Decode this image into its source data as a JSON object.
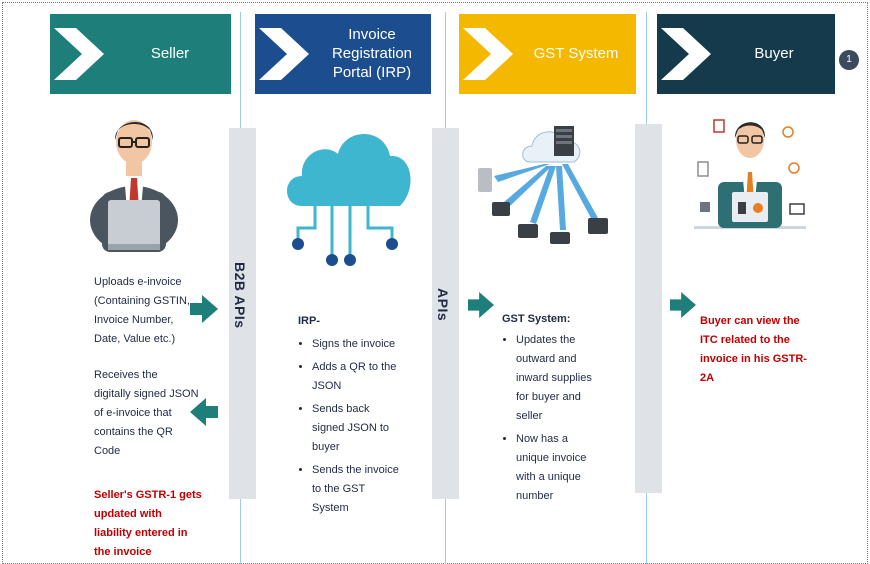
{
  "columns": {
    "seller": {
      "title": "Seller",
      "color": "#1e7f7a"
    },
    "irp": {
      "title_lines": [
        "Invoice",
        "Registration",
        "Portal (IRP)"
      ],
      "color": "#1c4e8f"
    },
    "gst": {
      "title": "GST System",
      "color": "#f5b800"
    },
    "buyer": {
      "title": "Buyer",
      "color": "#143a4c"
    }
  },
  "page_number": "1",
  "separators": {
    "b2b": "B2B APIs",
    "apis": "APIs"
  },
  "seller": {
    "upload_lines": [
      "Uploads e-invoice",
      "(Containing GSTIN,",
      "Invoice Number,",
      "Date, Value etc.)"
    ],
    "receive_lines": [
      "Receives the",
      "digitally signed JSON",
      "of e-invoice that",
      "contains the QR",
      "Code"
    ],
    "gstr1_lines": [
      "Seller's GSTR-1 gets",
      "updated with",
      "liability entered in",
      "the invoice"
    ]
  },
  "irp": {
    "heading": "IRP-",
    "items": [
      [
        "Signs the invoice"
      ],
      [
        "Adds a QR to the",
        "JSON"
      ],
      [
        "Sends back",
        "signed JSON to",
        "buyer"
      ],
      [
        "Sends the invoice",
        "to the GST",
        "System"
      ]
    ]
  },
  "gst": {
    "heading": "GST System:",
    "items": [
      [
        "Updates the",
        "outward and",
        "inward supplies",
        "for buyer and",
        "seller"
      ],
      [
        "Now has a",
        "unique invoice",
        "with a unique",
        "number"
      ]
    ]
  },
  "buyer": {
    "note_lines": [
      "Buyer can view the",
      "ITC related to the",
      "invoice in his GSTR-",
      "2A"
    ]
  },
  "accent": {
    "arrow": "#1e7f7a",
    "red": "#c00000"
  },
  "icons": [
    "seller-person-icon",
    "cloud-network-icon",
    "server-network-icon",
    "buyer-person-icon"
  ]
}
